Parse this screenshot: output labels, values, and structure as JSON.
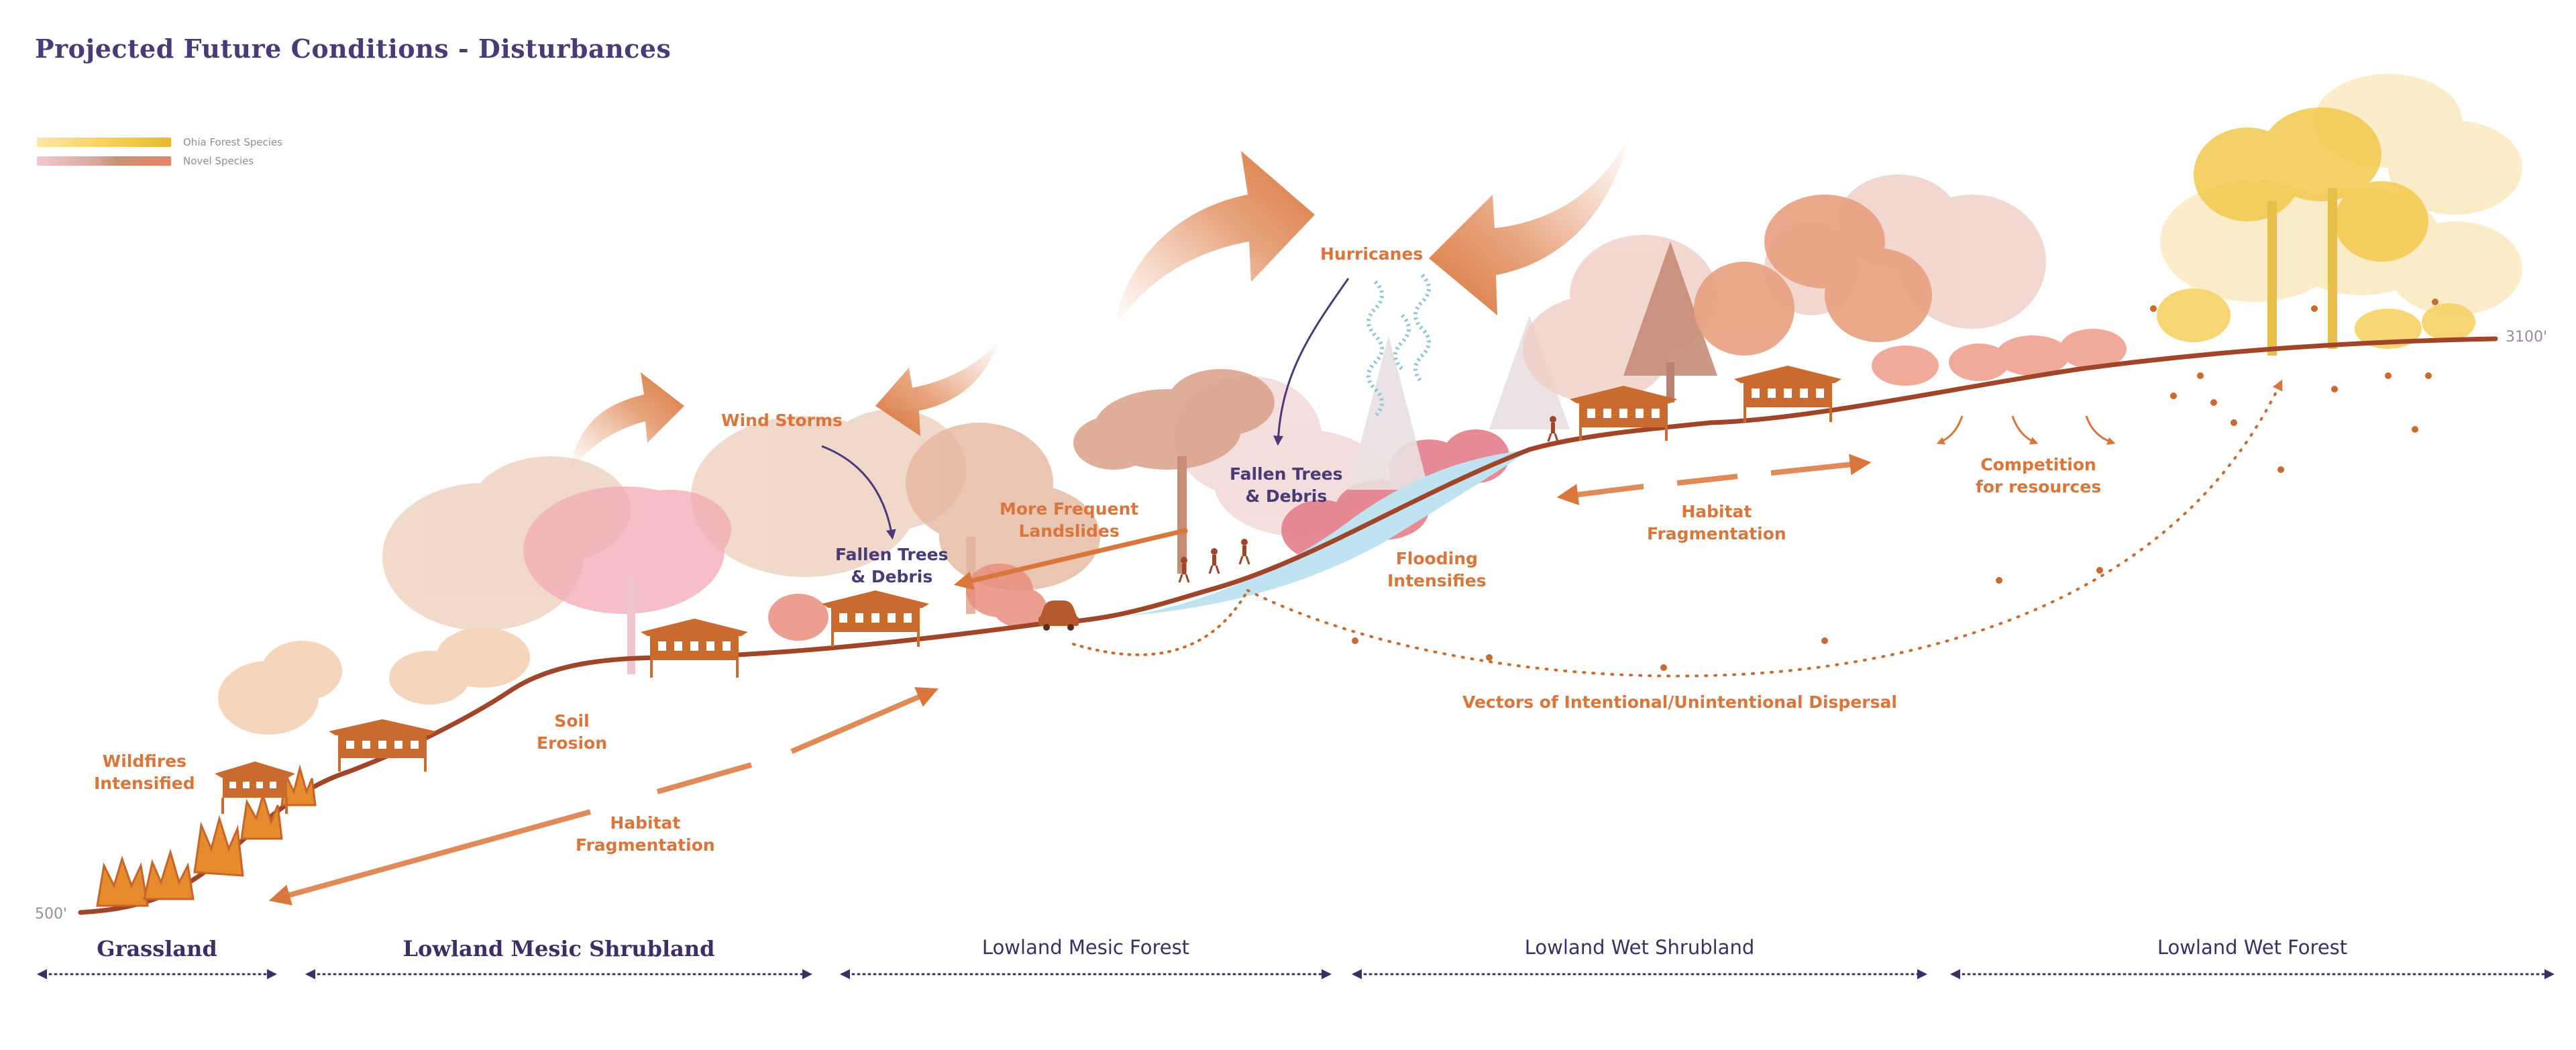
{
  "title": "Projected Future Conditions - Disturbances",
  "legend": [
    {
      "label": "Ohia Forest Species",
      "colors": [
        "#fbe6a6",
        "#f6cf55",
        "#e8b92e"
      ]
    },
    {
      "label": "Novel Species",
      "colors": [
        "#f6c7cf",
        "#e8a18d",
        "#e98468"
      ]
    }
  ],
  "colors": {
    "accent_orange": "#d9763b",
    "text_purple": "#4a3b78",
    "ground": "#a0442a",
    "water": "#bfe3f1"
  },
  "labels": {
    "wildfires": "Wildfires\nIntensified",
    "soil_erosion": "Soil\nErosion",
    "habitat_fragmentation_left": "Habitat\nFragmentation",
    "wind_storms": "Wind Storms",
    "fallen_trees_left": "Fallen Trees\n& Debris",
    "more_frequent_landslides": "More Frequent\nLandslides",
    "hurricanes": "Hurricanes",
    "fallen_trees_right": "Fallen Trees\n& Debris",
    "flooding_intensifies": "Flooding\nIntensifies",
    "habitat_fragmentation_right": "Habitat\nFragmentation",
    "competition": "Competition\nfor resources",
    "vectors": "Vectors of Intentional/Unintentional Dispersal"
  },
  "elevations": {
    "low": "500'",
    "high": "3100'"
  },
  "zones": [
    {
      "name": "Grassland"
    },
    {
      "name": "Lowland Mesic Shrubland"
    },
    {
      "name": "Lowland Mesic Forest"
    },
    {
      "name": "Lowland Wet Shrubland"
    },
    {
      "name": "Lowland Wet Forest"
    }
  ],
  "icons": [
    "wildfire-icon",
    "house-icon",
    "car-icon",
    "hiker-icon",
    "wind-wave-icon",
    "curved-arrow-icon",
    "dispersal-dot-icon"
  ]
}
